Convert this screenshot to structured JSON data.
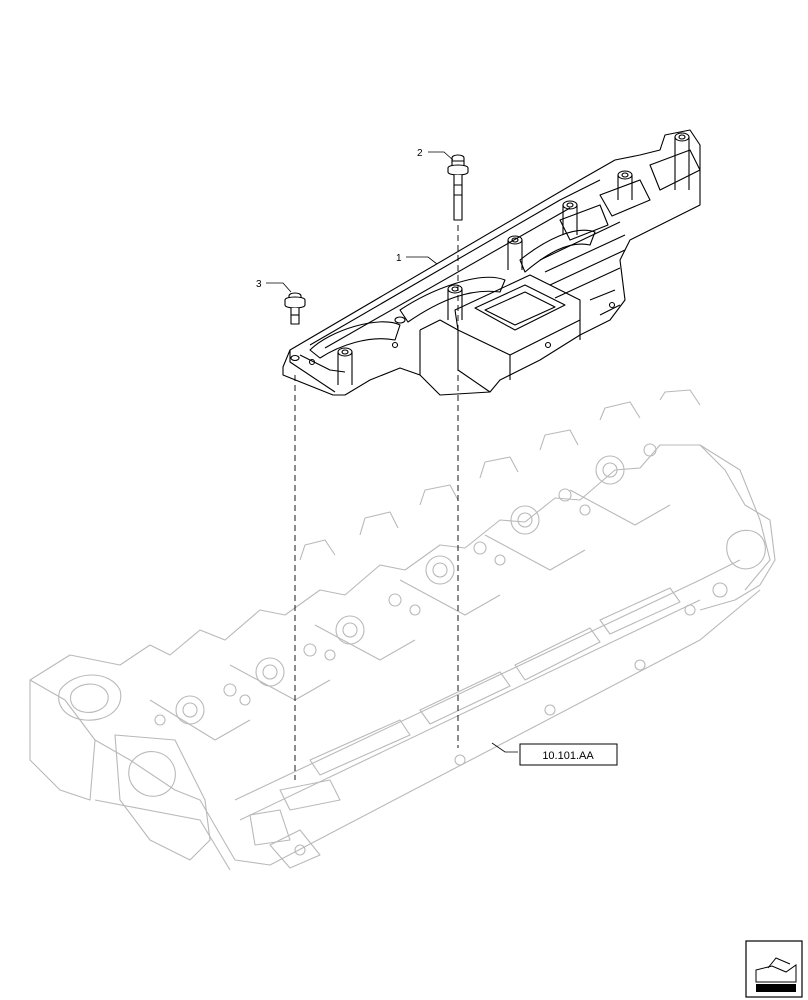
{
  "callouts": [
    {
      "id": "1",
      "label": "1"
    },
    {
      "id": "2",
      "label": "2"
    },
    {
      "id": "3",
      "label": "3"
    }
  ],
  "reference": {
    "label": "10.101.AA"
  },
  "nav_icon": {
    "name": "page-turn-icon"
  }
}
